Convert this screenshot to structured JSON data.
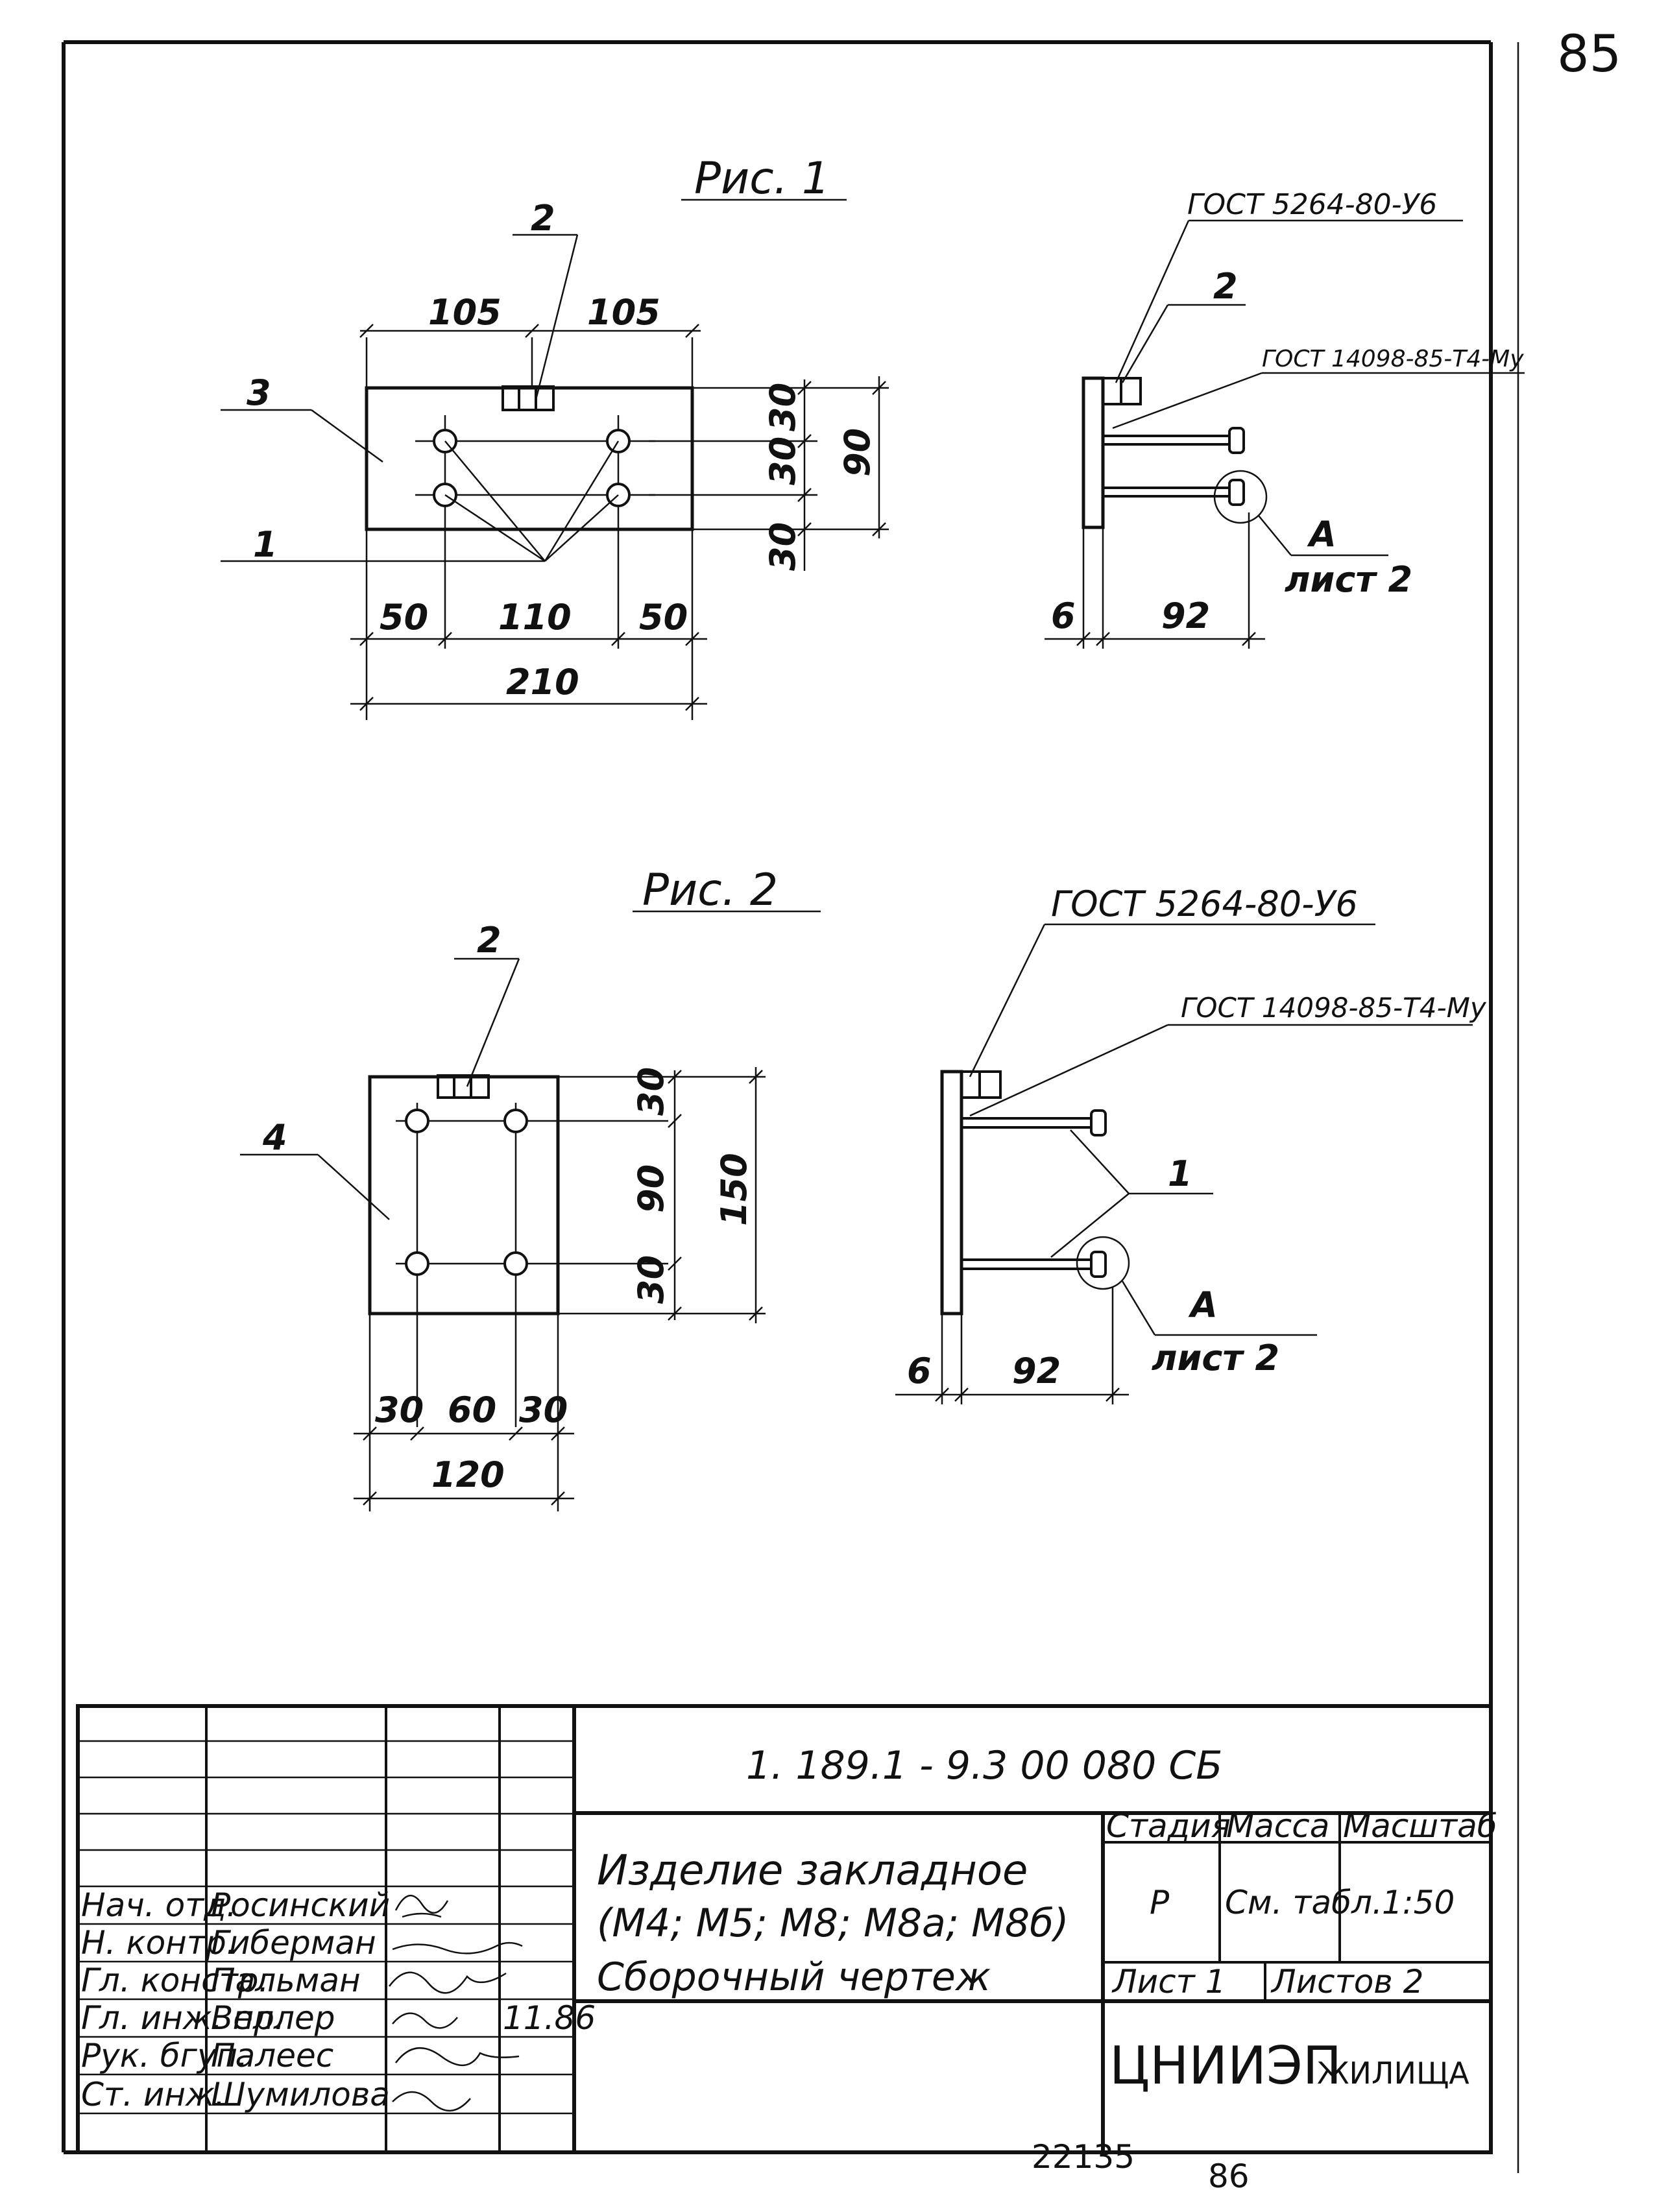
{
  "page_number_top": "85",
  "page_number_bottom": "86",
  "inventory_number": "22135",
  "fig1": {
    "title": "Рис. 1",
    "dims": {
      "a": "105",
      "b": "105",
      "c": "50",
      "d": "110",
      "e": "50",
      "total": "210",
      "v1": "30",
      "v2": "30",
      "v3": "30",
      "vtotal": "90",
      "side_t": "6",
      "side_l": "92"
    },
    "leaders": {
      "p1": "1",
      "p2": "2",
      "p3": "3"
    },
    "gost_weld": "ГОСТ 5264-80-У6",
    "gost_stud": "ГОСТ 14098-85-Т4-Му",
    "callout": "А",
    "callout_sheet": "лист 2",
    "weld_num": "2"
  },
  "fig2": {
    "title": "Рис. 2",
    "dims": {
      "a": "30",
      "b": "60",
      "c": "30",
      "total": "120",
      "v1": "30",
      "v2": "90",
      "v3": "30",
      "vtotal": "150",
      "side_t": "6",
      "side_l": "92"
    },
    "leaders": {
      "p1": "1",
      "p2": "2",
      "p4": "4"
    },
    "gost_weld": "ГОСТ 5264-80-У6",
    "gost_stud": "ГОСТ 14098-85-Т4-Му",
    "callout": "А",
    "callout_sheet": "лист 2"
  },
  "title_block": {
    "doc_code": "1. 189.1 - 9.3   00  080   СБ",
    "name_line1": "Изделие закладное",
    "name_line2": "(М4; М5; М8; М8а; М8б)",
    "name_line3": "Сборочный чертеж",
    "col_stage": "Стадия",
    "col_mass": "Масса",
    "col_scale": "Масштаб",
    "stage": "Р",
    "mass": "См. табл.",
    "scale": "1:50",
    "sheet": "Лист 1",
    "sheets": "Листов 2",
    "org_main": "ЦНИИЭП",
    "org_sub": "ЖИЛИЩА",
    "date": "11.86",
    "signers": [
      {
        "role": "Нач. отд.",
        "name": "Росинский"
      },
      {
        "role": "Н. контр.",
        "name": "Гиберман"
      },
      {
        "role": "Гл. констр.",
        "name": "Пальман"
      },
      {
        "role": "Гл. инж. пр.",
        "name": "Веллер"
      },
      {
        "role": "Рук. бгуп.",
        "name": "Палеес"
      },
      {
        "role": "Ст. инж.",
        "name": "Шумилова"
      }
    ]
  }
}
